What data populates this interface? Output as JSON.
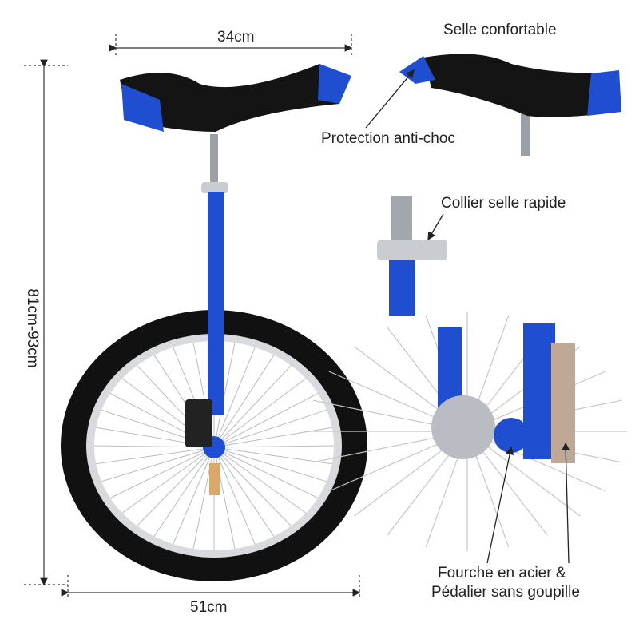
{
  "dimensions": {
    "seat_width": "34cm",
    "height": "81cm-93cm",
    "wheel": "51cm"
  },
  "features": {
    "saddle": "Selle confortable",
    "protection": "Protection anti-choc",
    "clamp": "Collier selle rapide",
    "fork_line1": "Fourche en acier &",
    "fork_line2": "Pédalier sans goupille"
  },
  "colors": {
    "frame": "#1f4fd0",
    "saddle": "#141414",
    "tire": "#111111",
    "rim": "#d8dadd"
  }
}
